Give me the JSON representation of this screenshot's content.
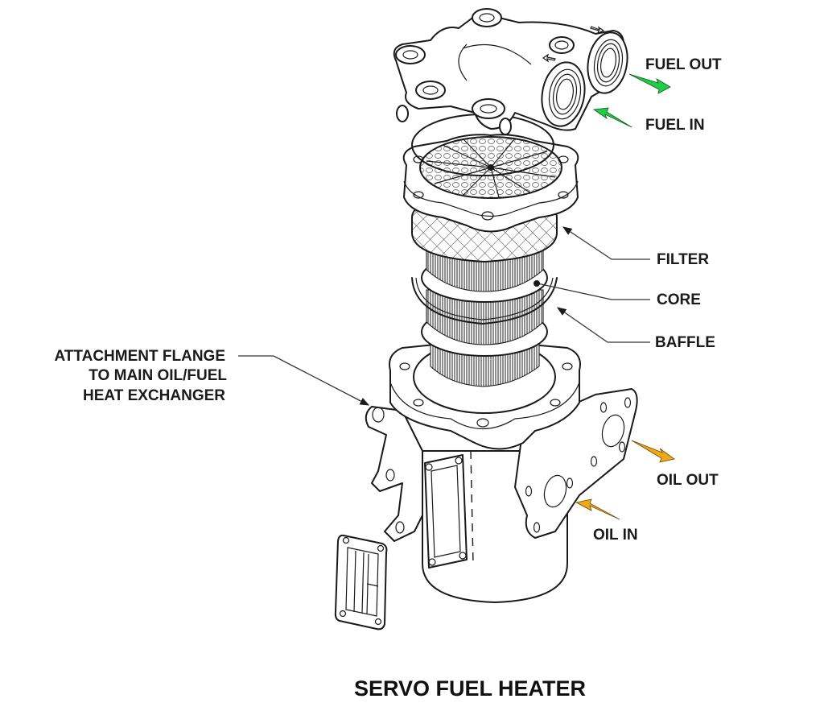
{
  "title": "SERVO FUEL HEATER",
  "labels": {
    "fuel_out": "FUEL OUT",
    "fuel_in": "FUEL IN",
    "filter": "FILTER",
    "core": "CORE",
    "baffle": "BAFFLE",
    "attachment_flange": [
      "ATTACHMENT FLANGE",
      "TO MAIN OIL/FUEL",
      "HEAT EXCHANGER"
    ],
    "oil_out": "OIL OUT",
    "oil_in": "OIL IN"
  },
  "colors": {
    "fuel_arrow": "#22cc44",
    "oil_arrow": "#f0a818",
    "line": "#1a1a1a"
  }
}
